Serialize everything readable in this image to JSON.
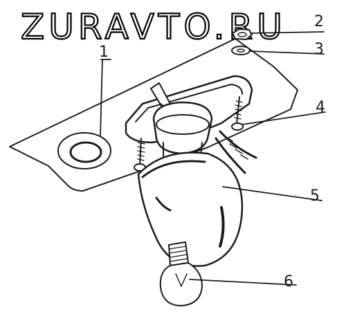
{
  "watermark": "ZURAVTO.RU",
  "callouts": [
    {
      "id": "1",
      "label": "1"
    },
    {
      "id": "2",
      "label": "2"
    },
    {
      "id": "3",
      "label": "3"
    },
    {
      "id": "4",
      "label": "4"
    },
    {
      "id": "5",
      "label": "5"
    },
    {
      "id": "6",
      "label": "6"
    }
  ],
  "colors": {
    "ink": "#1b1b1b",
    "paper": "#ffffff"
  }
}
